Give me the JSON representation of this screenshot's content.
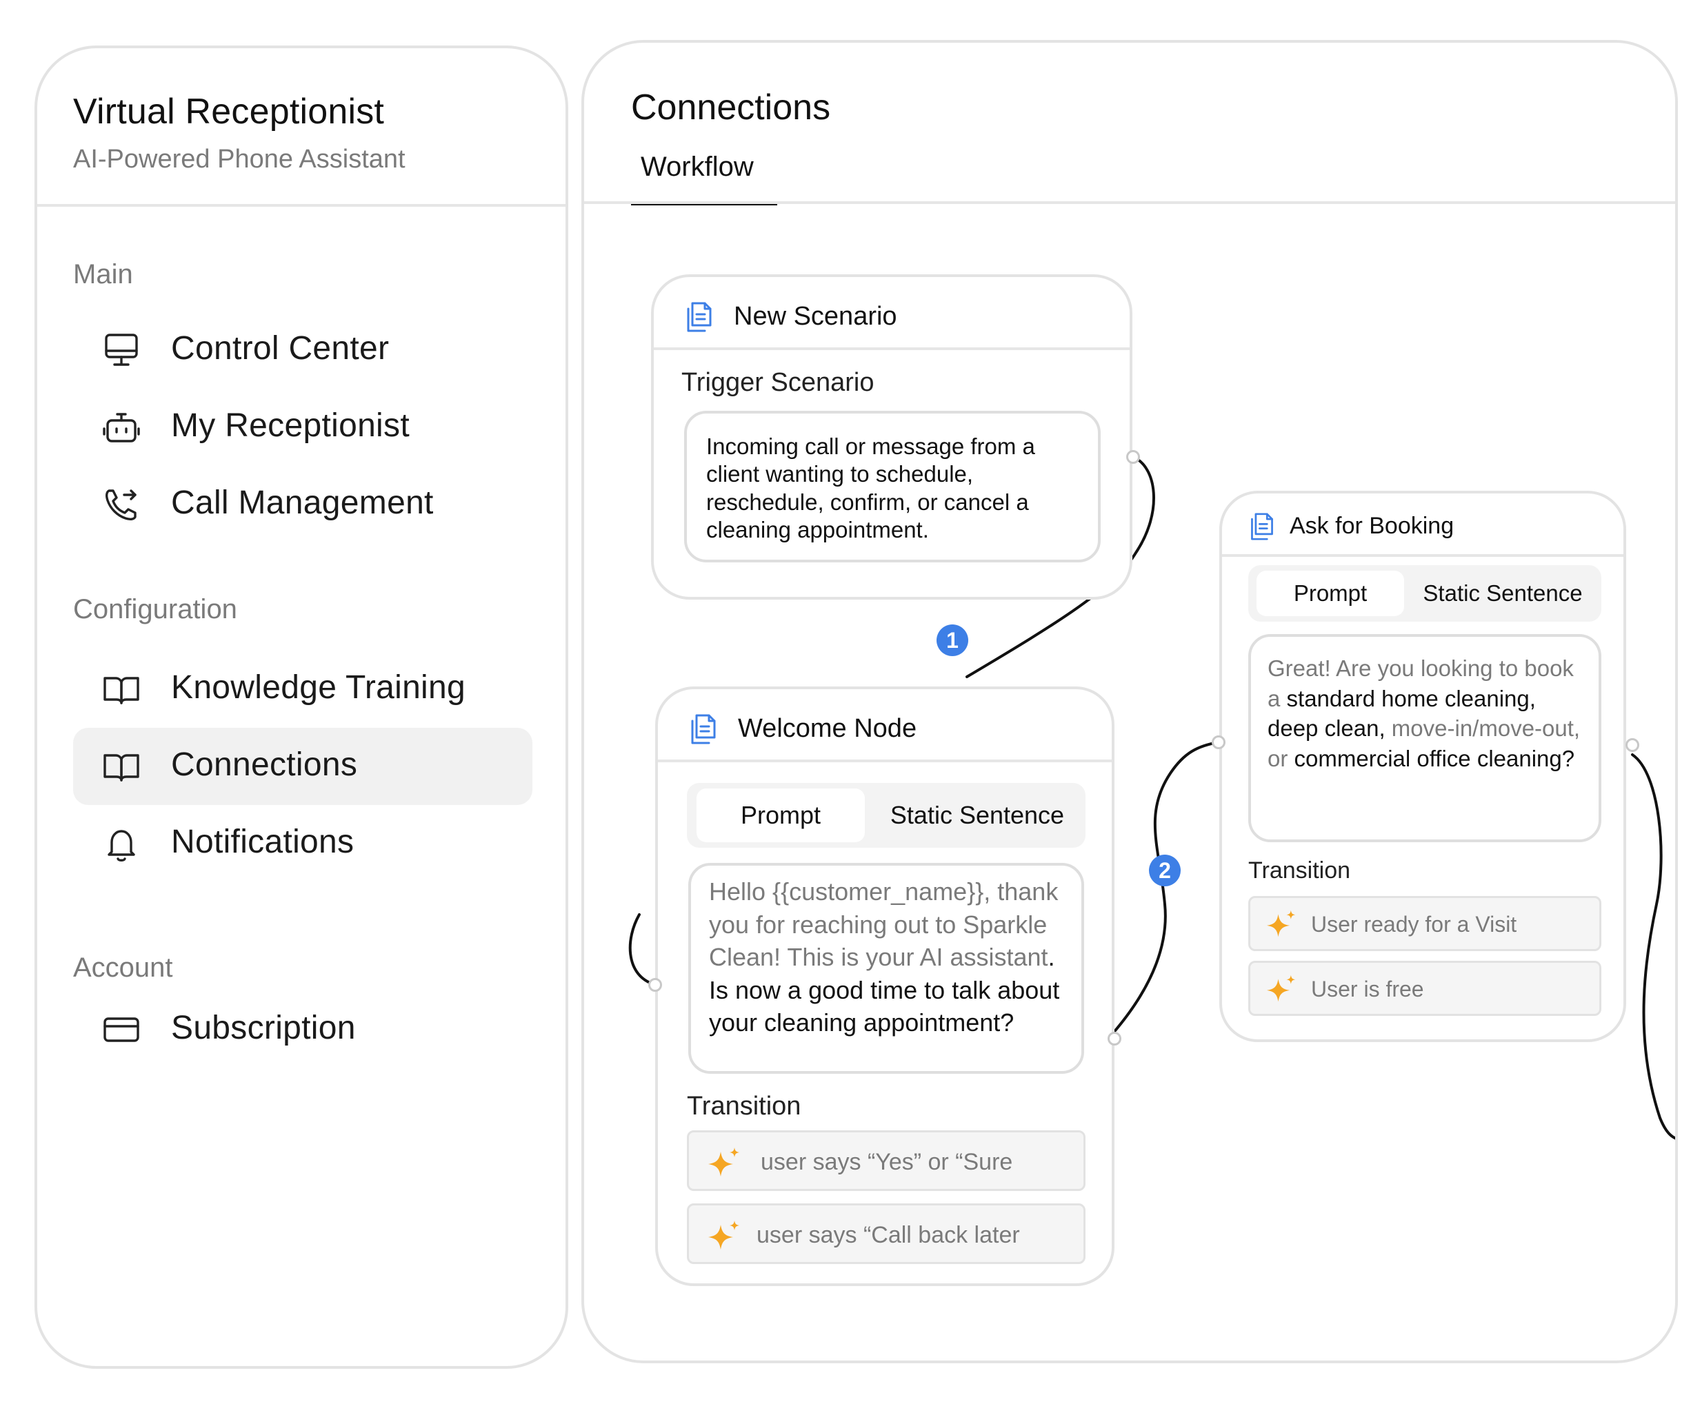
{
  "sidebar": {
    "title": "Virtual Receptionist",
    "subtitle": "AI-Powered Phone Assistant",
    "sections": {
      "main": {
        "label": "Main",
        "items": [
          {
            "label": "Control Center",
            "icon": "monitor-icon"
          },
          {
            "label": "My Receptionist",
            "icon": "robot-icon"
          },
          {
            "label": "Call Management",
            "icon": "phone-call-icon"
          }
        ]
      },
      "configuration": {
        "label": "Configuration",
        "items": [
          {
            "label": "Knowledge Training",
            "icon": "book-icon"
          },
          {
            "label": "Connections",
            "icon": "book-icon",
            "active": true
          },
          {
            "label": "Notifications",
            "icon": "bell-icon"
          }
        ]
      },
      "account": {
        "label": "Account",
        "items": [
          {
            "label": "Subscription",
            "icon": "credit-card-icon"
          }
        ]
      }
    }
  },
  "main": {
    "title": "Connections",
    "tabs": [
      {
        "label": "Workflow",
        "active": true
      }
    ]
  },
  "nodes": {
    "new_scenario": {
      "title": "New Scenario",
      "section_label": "Trigger Scenario",
      "text": "Incoming call or message from a client wanting to schedule, reschedule, confirm, or cancel a cleaning appointment."
    },
    "welcome": {
      "title": "Welcome Node",
      "tab_prompt": "Prompt",
      "tab_static": "Static Sentence",
      "prompt_gray": "Hello {{customer_name}}, thank you for reaching out to Sparkle Clean! This is your AI assistant",
      "prompt_dark": ". Is now a good time to talk about your cleaning appointment?",
      "transition_label": "Transition",
      "transitions": [
        "user says “Yes” or “Sure",
        "user says “Call back later"
      ]
    },
    "ask_booking": {
      "title": "Ask for Booking",
      "tab_prompt": "Prompt",
      "tab_static": "Static Sentence",
      "prompt_parts": [
        {
          "text": "Great! Are you looking to book a ",
          "tone": "gray"
        },
        {
          "text": "standard home cleaning, deep clean,",
          "tone": "dark"
        },
        {
          "text": " move-in/move-out, or ",
          "tone": "gray"
        },
        {
          "text": "commercial office cleaning?",
          "tone": "dark"
        }
      ],
      "transition_label": "Transition",
      "transitions": [
        "User ready for a Visit",
        "User is free"
      ]
    }
  },
  "badges": [
    "1",
    "2"
  ],
  "colors": {
    "accent": "#3d7fe6",
    "sparkle": "#f5a623",
    "border": "#e3e3e3",
    "active_nav_bg": "#f1f1f1"
  }
}
